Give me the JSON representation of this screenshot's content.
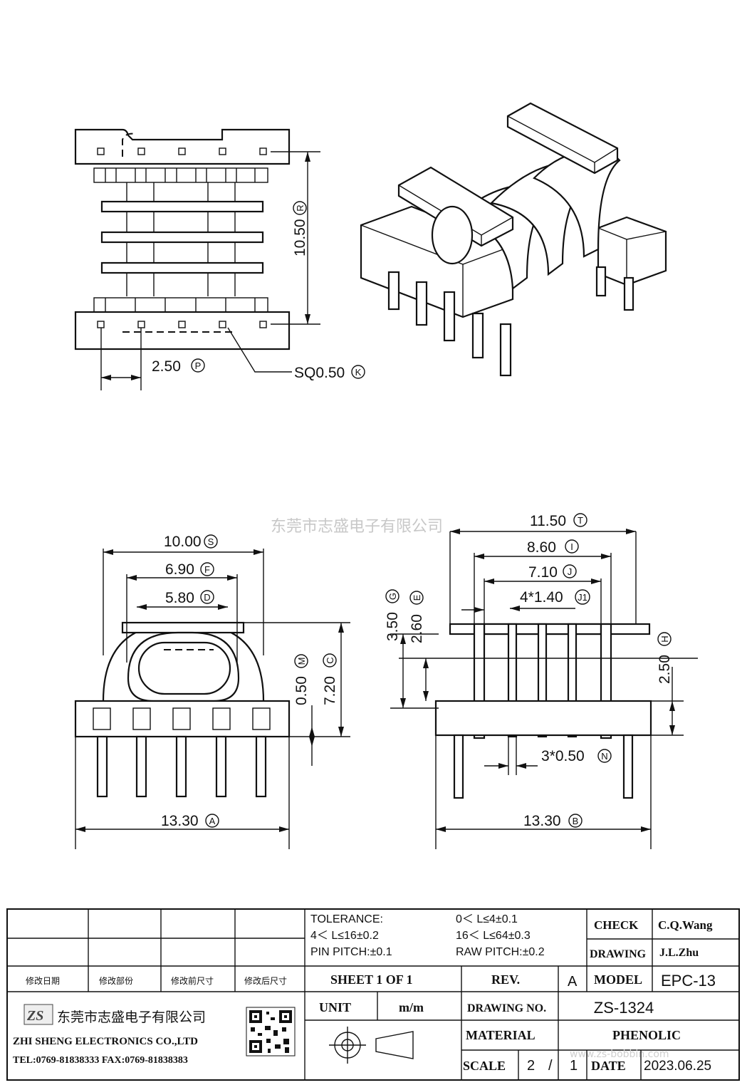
{
  "watermark": "东莞市志盛电子有限公司",
  "watermark_url": "www.zs-bobbin.com",
  "top_view": {
    "height_dim": "10.50",
    "height_tag": "R",
    "pitch_dim": "2.50",
    "pitch_tag": "P",
    "pin_dim": "SQ0.50",
    "pin_tag": "K"
  },
  "front_view": {
    "dims": [
      {
        "value": "10.00",
        "tag": "S"
      },
      {
        "value": "6.90",
        "tag": "F"
      },
      {
        "value": "5.80",
        "tag": "D"
      },
      {
        "value": "0.50",
        "tag": "M"
      },
      {
        "value": "7.20",
        "tag": "C"
      },
      {
        "value": "13.30",
        "tag": "A"
      }
    ]
  },
  "side_view": {
    "dims": [
      {
        "value": "11.50",
        "tag": "T"
      },
      {
        "value": "8.60",
        "tag": "I"
      },
      {
        "value": "7.10",
        "tag": "J"
      },
      {
        "value": "4*1.40",
        "tag": "J1"
      },
      {
        "value": "3.50",
        "tag": "G"
      },
      {
        "value": "2.60",
        "tag": "E"
      },
      {
        "value": "2.50",
        "tag": "H"
      },
      {
        "value": "3*0.50",
        "tag": "N"
      },
      {
        "value": "13.30",
        "tag": "B"
      }
    ]
  },
  "title_block": {
    "revision_headers": [
      "修改日期",
      "修改部份",
      "修改前尺寸",
      "修改后尺寸"
    ],
    "tolerance": {
      "label": "TOLERANCE:",
      "r1": "0＜ L≤4±0.1",
      "r2": "4＜ L≤16±0.2",
      "r3": "16＜ L≤64±0.3",
      "pin_pitch": "PIN PITCH:±0.1",
      "raw_pitch": "RAW PITCH:±0.2"
    },
    "check_label": "CHECK",
    "check_value": "C.Q.Wang",
    "drawing_label": "DRAWING",
    "drawing_value": "J.L.Zhu",
    "sheet": "SHEET 1 OF 1",
    "rev_label": "REV.",
    "rev_value": "A",
    "model_label": "MODEL",
    "model_value": "EPC-13",
    "unit_label": "UNIT",
    "unit_value": "m/m",
    "drawing_no_label": "DRAWING NO.",
    "drawing_no_value": "ZS-1324",
    "material_label": "MATERIAL",
    "material_value": "PHENOLIC",
    "scale_label": "SCALE",
    "scale_num": "2",
    "scale_sep": "/",
    "scale_den": "1",
    "date_label": "DATE",
    "date_value": "2023.06.25",
    "company_logo": "ZS",
    "company_cn": "东莞市志盛电子有限公司",
    "company_en": "ZHI SHENG ELECTRONICS CO.,LTD",
    "company_tel": "TEL:0769-81838333 FAX:0769-81838383"
  }
}
